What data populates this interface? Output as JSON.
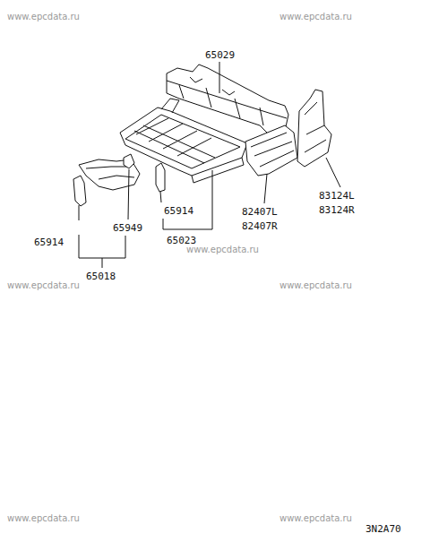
{
  "diagram": {
    "labels": [
      "www.epcdata.ru",
      "www.epcdata.ru",
      "65029",
      "83124L",
      "83124R",
      "82407L",
      "82407R",
      "65914",
      "65949",
      "65023",
      "www.epcdata.ru",
      "65914",
      "65018",
      "www.epcdata.ru",
      "www.epcdata.ru",
      "www.epcdata.ru",
      "www.epcdata.ru",
      "3N2A70"
    ]
  }
}
